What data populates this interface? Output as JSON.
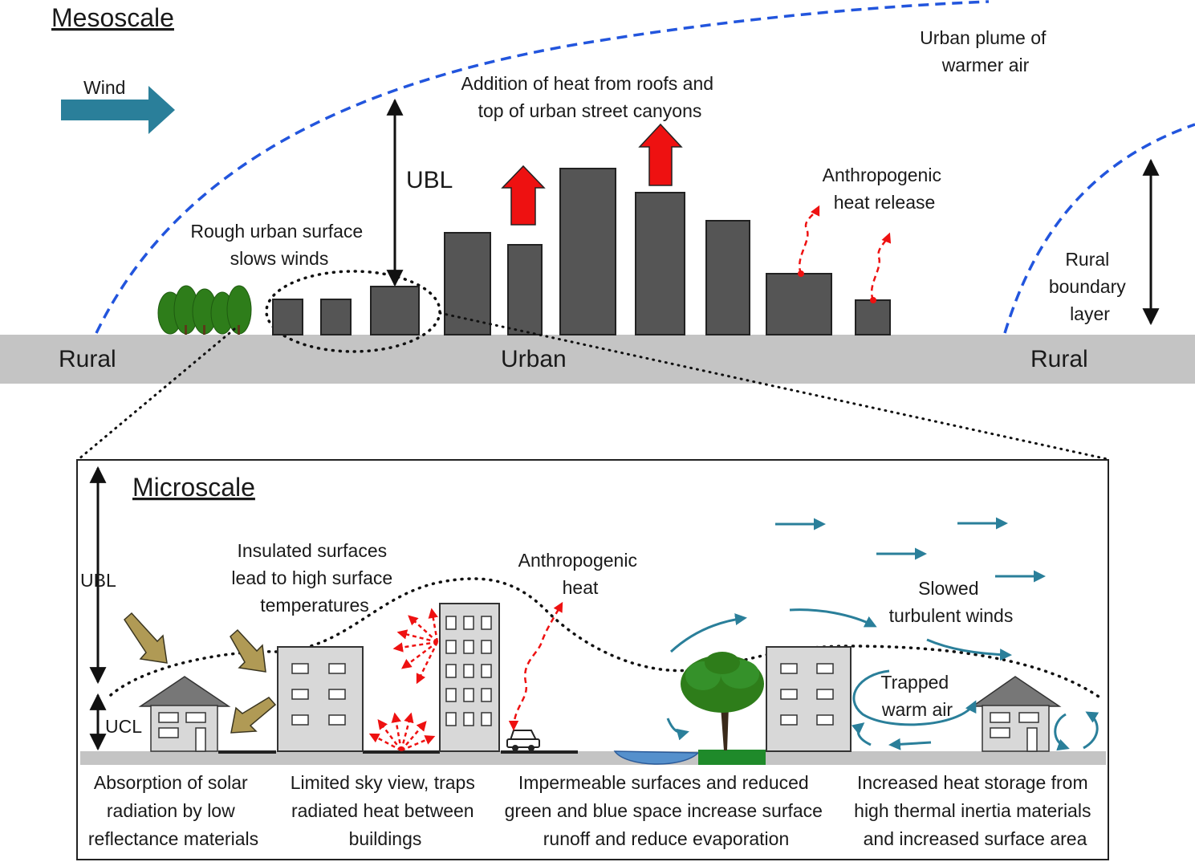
{
  "mesoscale": {
    "title": "Mesoscale",
    "wind_label": "Wind",
    "ubl_label": "UBL",
    "plume_label": [
      "Urban plume of",
      "warmer air"
    ],
    "roof_heat_label": [
      "Addition of heat from roofs and",
      "top of urban street canyons"
    ],
    "anthropogenic_label": [
      "Anthropogenic",
      "heat release"
    ],
    "rough_surface_label": [
      "Rough urban surface",
      "slows winds"
    ],
    "rural_bl_label": [
      "Rural",
      "boundary",
      "layer"
    ],
    "ground_left": "Rural",
    "ground_center": "Urban",
    "ground_right": "Rural"
  },
  "microscale": {
    "title": "Microscale",
    "ubl_label": "UBL",
    "ucl_label": "UCL",
    "insulated_label": [
      "Insulated surfaces",
      "lead to high surface",
      "temperatures"
    ],
    "anthropogenic_label": [
      "Anthropogenic",
      "heat"
    ],
    "slowed_label": [
      "Slowed",
      "turbulent winds"
    ],
    "trapped_label": [
      "Trapped",
      "warm air"
    ],
    "captions": [
      [
        "Absorption of solar",
        "radiation by low",
        "reflectance materials"
      ],
      [
        "Limited sky view, traps",
        "radiated heat between",
        "buildings"
      ],
      [
        "Impermeable surfaces and reduced",
        "green and blue space increase surface",
        "runoff and reduce evaporation"
      ],
      [
        "Increased heat storage from",
        "high thermal inertia materials",
        "and increased surface area"
      ]
    ]
  },
  "colors": {
    "boundary_line": "#2255dd",
    "wind_arrow": "#2a7f9a",
    "heat_arrow": "#ee1111",
    "building": "#555555",
    "ground": "#c4c4c4",
    "solar_arrow": "#b09a55",
    "tree": "#2e7d1a",
    "water": "#5590cc"
  }
}
